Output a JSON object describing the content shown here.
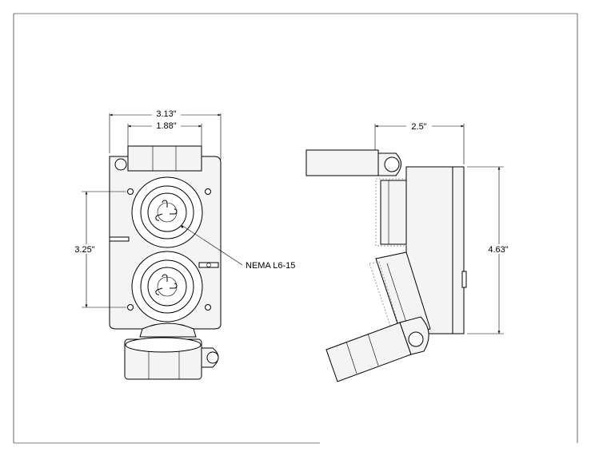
{
  "dimensions": {
    "overall_width": "3.13\"",
    "inner_width": "1.88\"",
    "receptacle_spacing": "3.25\"",
    "side_depth": "2.5\"",
    "overall_height": "4.63\""
  },
  "callout": {
    "receptacle_type": "NEMA L6-15"
  }
}
